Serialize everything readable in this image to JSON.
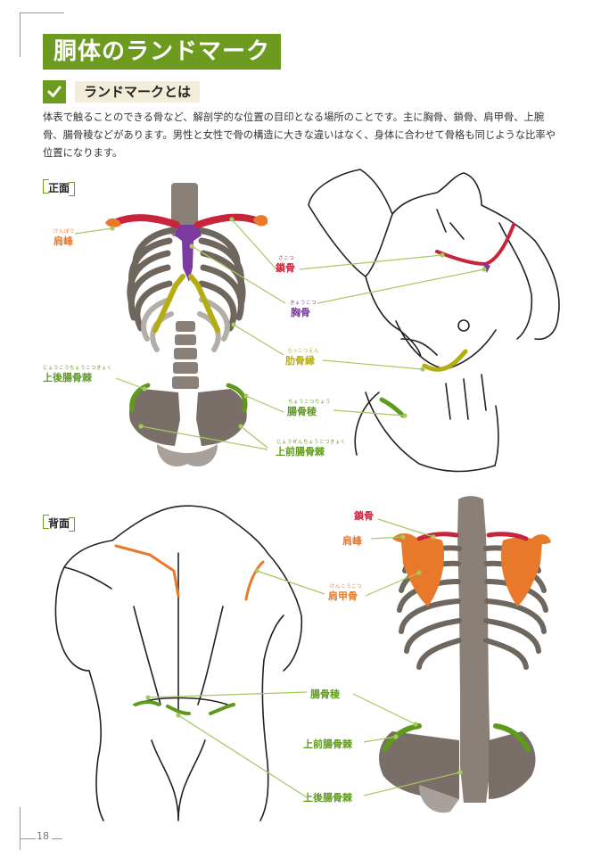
{
  "page": {
    "number": "18"
  },
  "title": "胴体のランドマーク",
  "subheading": "ランドマークとは",
  "intro": "体表で触ることのできる骨など、解剖学的な位置の目印となる場所のことです。主に胸骨、鎖骨、肩甲骨、上腕骨、腸骨稜などがあります。男性と女性で骨の構造に大きな違いはなく、身体に合わせて骨格も同じような比率や位置になります。",
  "front": {
    "tag": "正面",
    "labels": {
      "acromion": {
        "text": "肩峰",
        "ruby": "けんぽう"
      },
      "clavicle": {
        "text": "鎖骨",
        "ruby": "さこつ"
      },
      "sternum": {
        "text": "胸骨",
        "ruby": "きょうこつ"
      },
      "costal_margin": {
        "text": "肋骨縁",
        "ruby": "ろっこつえん"
      },
      "psis": {
        "text": "上後腸骨棘",
        "ruby": "じょうこうちょうこつきょく"
      },
      "iliac_crest": {
        "text": "腸骨稜",
        "ruby": "ちょうこつりょう"
      },
      "asis": {
        "text": "上前腸骨棘",
        "ruby": "じょうぜんちょうこつきょく"
      }
    }
  },
  "back": {
    "tag": "背面",
    "labels": {
      "clavicle": {
        "text": "鎖骨"
      },
      "acromion": {
        "text": "肩峰"
      },
      "scapula": {
        "text": "肩甲骨",
        "ruby": "けんこうこつ"
      },
      "iliac_crest": {
        "text": "腸骨稜"
      },
      "asis": {
        "text": "上前腸骨棘"
      },
      "psis": {
        "text": "上後腸骨棘"
      }
    }
  },
  "colors": {
    "accent": "#6d9b1f",
    "clavicle": "#c8253c",
    "acromion": "#e8792a",
    "sternum": "#7a3aa0",
    "costal_margin": "#b4ad12",
    "iliac": "#5e9a1c",
    "bone": "#8a8078"
  }
}
